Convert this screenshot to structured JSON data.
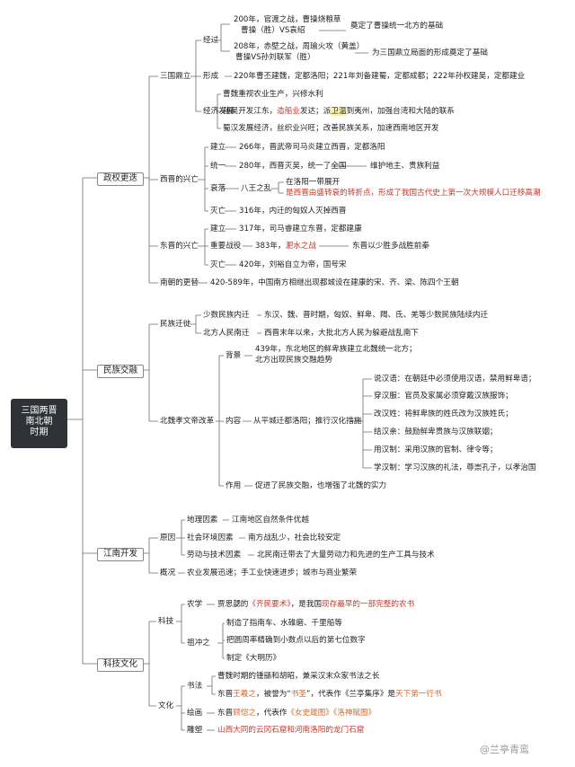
{
  "root": [
    "三国两晋",
    "南北朝",
    "时期"
  ],
  "l1": {
    "zq": "政权更迭",
    "mz": "民族交融",
    "jn": "江南开发",
    "kj": "科技文化"
  },
  "sg": {
    "label": "三国鼎立",
    "jg": "经过",
    "gd_a": "200年，官渡之战，曹操烧粮草",
    "gd_b": "曹操（胜）VS袁绍",
    "gd_r": "奠定了曹操统一北方的基础",
    "cb_a": "208年，赤壁之战，周瑜火攻（黄盖）",
    "cb_b": "曹操VS孙刘联军（胜）",
    "cb_r": "为三国鼎立局面的形成奠定了基础",
    "xc": "形成",
    "xc_t": "220年曹丕建魏，定都洛阳；221年刘备建蜀，定都成都；222年孙权建吴，定都建业",
    "jj": "经济发展",
    "jj1": "曹魏重视农业生产，兴修水利",
    "jj2_a": "孙吴开发江东，",
    "jj2_b": "造船业",
    "jj2_c": "发达；派",
    "jj2_d": "卫温",
    "jj2_e": "到夷州，加强台湾和大陆的联系",
    "jj3": "蜀汉发展经济，丝织业兴旺；改善民族关系，加速西南地区开发"
  },
  "xj": {
    "label": "西晋的兴亡",
    "jl": "建立",
    "jl_t": "266年，晋武帝司马炎建立西晋，定都洛阳",
    "ty": "统一",
    "ty_t": "280年，西晋灭吴，统一了全国",
    "ty_r": "维护地主、贵族利益",
    "sl": "衰落",
    "sl_a": "八王之乱",
    "sl_b": "在洛阳一带展开",
    "sl_c": "是西晋由盛转衰的转折点，形成了我国古代史上第一次大规模人口迁移高潮",
    "mw": "灭亡",
    "mw_t": "316年，内迁的匈奴人灭掉西晋"
  },
  "dj": {
    "label": "东晋的兴亡",
    "jl": "建立",
    "jl_t": "317年，司马睿建立东晋，定都建康",
    "zy": "重要战役",
    "zy_a": "383年，",
    "zy_b": "淝水之战",
    "zy_r": "东晋以少胜多战胜前秦",
    "mw": "灭亡",
    "mw_t": "420年，刘裕自立为帝，国号宋"
  },
  "nc": {
    "label": "南朝的更替",
    "t": "420-589年，中国南方相继出现都城设在建康的宋、齐、梁、陈四个王朝"
  },
  "mzqx": {
    "label": "民族迁徙",
    "a": "少数民族内迁",
    "a_t": "东汉、魏、晋时期，匈奴、鲜卑、羯、氐、羌等少数民族陆续内迁",
    "b": "北方人民南迁",
    "b_t": "西晋末年以来，大批北方人民为躲避战乱南下"
  },
  "bw": {
    "label": "北魏孝文帝改革",
    "bj": "背景",
    "bj_a": "439年，东北地区的鲜卑族建立北魏统一北方；",
    "bj_b": "北方出现民族交融趋势",
    "nr": "内容",
    "nr_t": "从平城迁都洛阳；推行汉化措施",
    "i1": "说汉语：在朝廷中必须使用汉语，禁用鲜卑语；",
    "i2": "穿汉服：官员及家属必须穿戴汉族服饰；",
    "i3": "改汉姓：将鲜卑族的姓氏改为汉族姓氏；",
    "i4": "结汉亲：鼓励鲜卑贵族与汉族联姻；",
    "i5": "用汉制：采用汉族的官制、律令等；",
    "i6": "学汉制：学习汉族的礼法，尊崇孔子，以孝治国",
    "zy": "作用",
    "zy_t": "促进了民族交融，也增强了北魏的实力"
  },
  "jnkf": {
    "yy": "原因",
    "dl": "地理因素",
    "dl_t": "江南地区自然条件优越",
    "sh": "社会环境因素",
    "sh_t": "南方战乱少，社会比较安定",
    "ld": "劳动与技术因素",
    "ld_t": "北民南迁带去了大量劳动力和先进的生产工具与技术",
    "gk": "概况",
    "gk_t": "农业发展迅速；手工业快速进步；城市与商业繁荣"
  },
  "kjwh": {
    "kj": "科技",
    "nx": "农学",
    "nx_a": "贾思勰的",
    "nx_b": "《齐民要术》",
    "nx_c": "，是我国",
    "nx_d": "现存最早的一部完整的农书",
    "zcz": "祖冲之",
    "z1": "制造了指南车、水碓磨、千里船等",
    "z2": "把圆周率精确到小数点以后的第七位数字",
    "z3": "制定《大明历》",
    "wh": "文化",
    "sf": "书法",
    "sf1": "曹魏时期的锺繇和胡昭，兼采汉末众家书法之长",
    "sf2_a": "东晋",
    "sf2_b": "王羲之",
    "sf2_c": "，被誉为“",
    "sf2_d": "书圣",
    "sf2_e": "”，代表作《兰亭集序》是",
    "sf2_f": "天下第一行书",
    "hh": "绘画",
    "hh_a": "东晋",
    "hh_b": "顾恺之",
    "hh_c": "，代表作",
    "hh_d": "《女史箴图》《洛神赋图》",
    "ds": "雕塑",
    "ds_t": "山西大同的云冈石窟和河南洛阳的龙门石窟"
  },
  "watermark": "@兰亭青鸾"
}
